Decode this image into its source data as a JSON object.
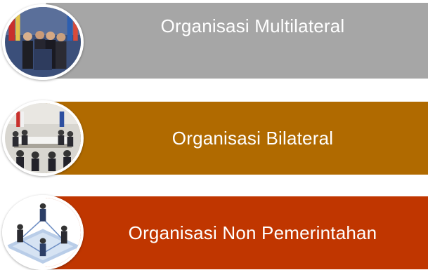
{
  "items": [
    {
      "label": "Organisasi Multilateral",
      "color": "#a6a6a6",
      "photo": "un-press-conference-photo"
    },
    {
      "label": "Organisasi Bilateral",
      "color": "#b06a00",
      "photo": "bilateral-meeting-photo"
    },
    {
      "label": "Organisasi Non Pemerintahan",
      "color": "#c03600",
      "photo": "network-people-photo"
    }
  ]
}
